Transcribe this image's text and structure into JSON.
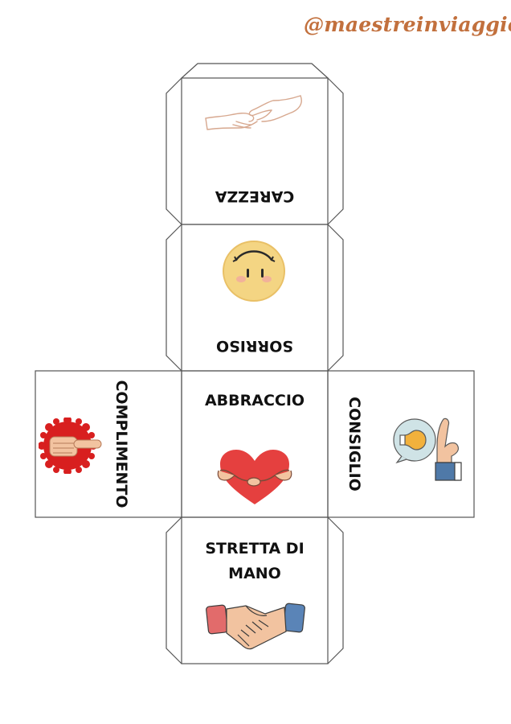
{
  "brand": {
    "handle": "@maestreinviaggio",
    "color": "#c2703d"
  },
  "faces": {
    "top": {
      "label": "CAREZZA",
      "icon": "caress-hands-icon"
    },
    "upper": {
      "label": "SORRISO",
      "icon": "smiley-face-icon"
    },
    "center": {
      "label": "ABBRACCIO",
      "icon": "hugging-heart-icon"
    },
    "left": {
      "label": "COMPLIMENTO",
      "icon": "thumbs-up-badge-icon"
    },
    "right": {
      "label": "CONSIGLIO",
      "icon": "advice-lightbulb-hand-icon"
    },
    "bottom": {
      "label_line1": "STRETTA DI",
      "label_line2": "MANO",
      "icon": "handshake-icon"
    }
  },
  "colors": {
    "line": "#555555",
    "heart": "#e5403f",
    "smiley": "#f4d583",
    "badge": "#d81f1f",
    "handshake_cuff_left": "#e26b6b",
    "handshake_cuff_right": "#5a84b7"
  }
}
